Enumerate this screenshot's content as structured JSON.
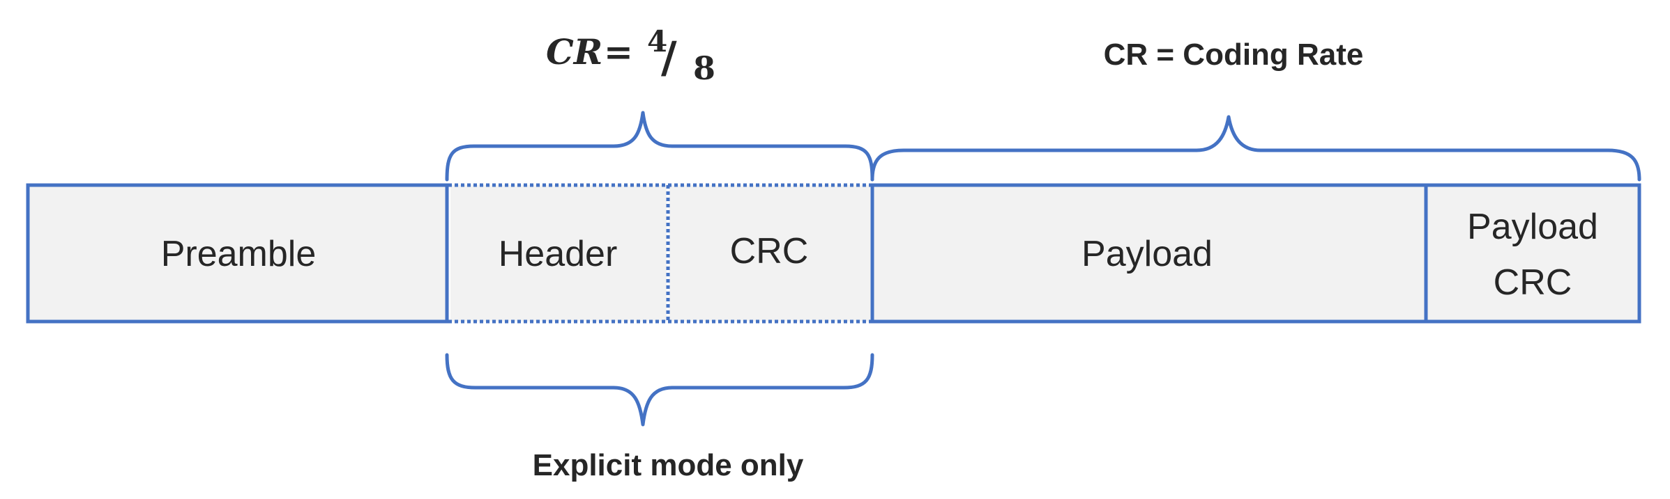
{
  "cr_formula": {
    "lhs": "CR",
    "equals": "=",
    "numerator": "4",
    "slash": "/",
    "denominator": "8"
  },
  "cr_legend": "CR = Coding Rate",
  "explicit_label": "Explicit mode only",
  "segments": {
    "preamble": "Preamble",
    "header": "Header",
    "crc": "CRC",
    "payload": "Payload",
    "payload_crc_line1": "Payload",
    "payload_crc_line2": "CRC"
  },
  "colors": {
    "border": "#4472c4",
    "fill": "#f2f2f2",
    "text": "#262626"
  }
}
